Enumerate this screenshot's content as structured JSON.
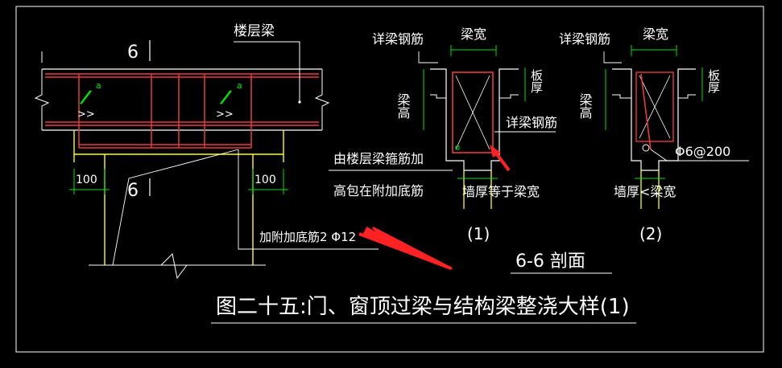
{
  "drawing": {
    "caption": "图二十五:门、窗顶过梁与结构梁整浇大样(1)",
    "section_title": "6-6 剖面",
    "section_mark_top": "6",
    "section_mark_bottom": "6",
    "floor_beam_label": "楼层梁",
    "dim_left": "100",
    "dim_right": "100",
    "note_line1": "由楼层梁箍筋加",
    "note_line2": "高包在附加底筋",
    "added_bar_label": "加附加底筋2 Φ12",
    "detail1": {
      "number": "(1)",
      "beam_width": "梁宽",
      "see_rebar_top": "详梁钢筋",
      "see_rebar_side": "详梁钢筋",
      "beam_height": "梁高",
      "slab_thickness": "板厚",
      "wall_note": "墙厚等于梁宽"
    },
    "detail2": {
      "number": "(2)",
      "beam_width": "梁宽",
      "see_rebar_top": "详梁钢筋",
      "beam_height": "梁高",
      "slab_thickness": "板厚",
      "stirrup_note": "Φ6@200",
      "wall_note": "墙厚<梁宽"
    }
  },
  "colors": {
    "background": "#000000",
    "outline": "#ffffff",
    "rebar": "#e83a3a",
    "wall": "#ffff00",
    "dimension": "#00e000",
    "annotation_arrow": "#ff2222"
  }
}
